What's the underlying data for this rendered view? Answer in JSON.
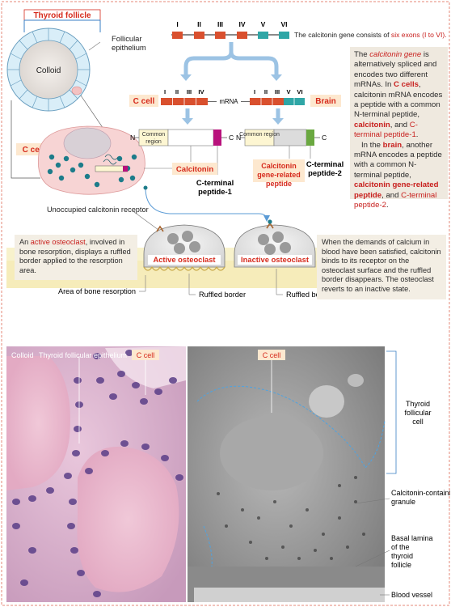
{
  "colors": {
    "accent_red": "#d62a1c",
    "exon_red": "#d9502e",
    "exon_teal": "#2fa6a6",
    "common_region_fill": "#fdf6d2",
    "calcitonin_peptide": "#b8127c",
    "cgrp_peptide": "#6aa840",
    "cell_pink": "#f7d4d4",
    "connector_blue": "#5b9bd5"
  },
  "top": {
    "thyroid_follicle_label": "Thyroid follicle",
    "follicular_epithelium_label": "Follicular epithelium",
    "colloid_label": "Colloid",
    "c_cell_label": "C cell",
    "exon_numerals": [
      "I",
      "II",
      "III",
      "IV",
      "V",
      "VI"
    ],
    "gene_caption_prefix": "The calcitonin gene consists of ",
    "gene_caption_highlight": "six exons (I to VI).",
    "mrna_c_cell_label": "C cell",
    "mrna_label": "mRNA",
    "mrna_brain_label": "Brain",
    "c_cell_exons": [
      "I",
      "II",
      "III",
      "IV"
    ],
    "brain_exons": [
      "I",
      "II",
      "III",
      "V",
      "VI"
    ],
    "n_label": "N",
    "c_label": "C",
    "common_region_label": "Common region",
    "calcitonin_label": "Calcitonin",
    "cgrp_label": "Calcitonin gene-related peptide",
    "c_terminal_peptide_1": "C-terminal peptide-1",
    "c_terminal_peptide_2": "C-terminal peptide-2"
  },
  "info_box": {
    "t1": "The ",
    "t2": "calcitonin gene",
    "t3": " is alternatively spliced and encodes two different mRNAs. In ",
    "t4": "C cells",
    "t5": ", calcitonin mRNA encodes a peptide with a common N-terminal peptide, ",
    "t6": "calcitonin",
    "t7": ", and ",
    "t8": "C-terminal peptide-1",
    "t9": ".",
    "t10": "In the ",
    "t11": "brain",
    "t12": ", another mRNA encodes a peptide with a common N-terminal peptide, ",
    "t13": "calcitonin gene-related peptide",
    "t14": ", and ",
    "t15": "C-terminal peptide-2",
    "t16": "."
  },
  "middle": {
    "unoccupied_receptor_label": "Unoccupied calcitonin receptor",
    "active_osteoclast_label": "Active osteoclast",
    "inactive_osteoclast_label": "Inactive osteoclast",
    "left_box_1": "An ",
    "left_box_2": "active osteoclast",
    "left_box_3": ", involved in bone resorption, displays a ruffled border applied to the resorption area.",
    "right_box": "When the demands of calcium in blood have been satisfied, calcitonin binds to its receptor on the osteoclast surface and the ruffled border disappears. The osteoclast reverts to an inactive state.",
    "area_of_bone_resorption": "Area of bone resorption",
    "ruffled_border": "Ruffled border",
    "ruffled_border_not_present": "Ruffled border not present"
  },
  "micrographs": {
    "colloid_label": "Colloid",
    "thyroid_follicular_epithelium_label": "Thyroid follicular epithelium",
    "c_cell_left_label": "C cell",
    "c_cell_em_label": "C cell",
    "thyroid_follicular_cell_label": "Thyroid follicular cell",
    "calcitonin_granule_label": "Calcitonin-containing granule",
    "basal_lamina_label": "Basal lamina of the thyroid follicle",
    "blood_vessel_label": "Blood vessel"
  }
}
